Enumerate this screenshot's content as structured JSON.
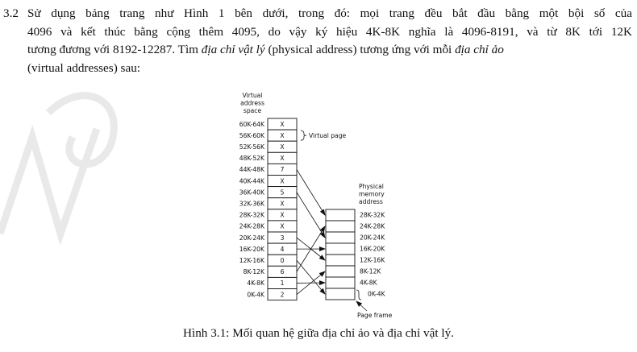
{
  "exercise": {
    "number": "3.2",
    "line1": "Sử dụng bảng trang như Hình 1 bên dưới, trong đó: mọi trang đều bắt đầu bằng một bội số của",
    "line2": "4096 và kết thúc bằng cộng thêm 4095, do vậy ký hiệu 4K-8K nghĩa là 4096-8191, và từ 8K tới 12K",
    "line3_pre": "tương đương với 8192-12287. Tìm ",
    "line3_em1": "địa chỉ vật lý",
    "line3_mid": " (physical address) tương ứng với mỗi ",
    "line3_em2": "địa chỉ ảo",
    "line4": "(virtual addresses) sau:"
  },
  "figure": {
    "virtual_title": [
      "Virtual",
      "address",
      "space"
    ],
    "virtual_page_label": "Virtual page",
    "physical_title": [
      "Physical",
      "memory",
      "address"
    ],
    "page_frame_label": "Page frame",
    "physical_extra_label": "0K-4K",
    "virtual_rows": [
      {
        "range": "60K-64K",
        "entry": "X"
      },
      {
        "range": "56K-60K",
        "entry": "X"
      },
      {
        "range": "52K-56K",
        "entry": "X"
      },
      {
        "range": "48K-52K",
        "entry": "X"
      },
      {
        "range": "44K-48K",
        "entry": "7"
      },
      {
        "range": "40K-44K",
        "entry": "X"
      },
      {
        "range": "36K-40K",
        "entry": "5"
      },
      {
        "range": "32K-36K",
        "entry": "X"
      },
      {
        "range": "28K-32K",
        "entry": "X"
      },
      {
        "range": "24K-28K",
        "entry": "X"
      },
      {
        "range": "20K-24K",
        "entry": "3"
      },
      {
        "range": "16K-20K",
        "entry": "4"
      },
      {
        "range": "12K-16K",
        "entry": "0"
      },
      {
        "range": "8K-12K",
        "entry": "6"
      },
      {
        "range": "4K-8K",
        "entry": "1"
      },
      {
        "range": "0K-4K",
        "entry": "2"
      }
    ],
    "physical_rows": [
      "28K-32K",
      "24K-28K",
      "20K-24K",
      "16K-20K",
      "12K-16K",
      "8K-12K",
      "4K-8K"
    ]
  },
  "caption": "Hình 3.1: Mối quan hệ giữa địa chỉ ảo và địa chỉ vật lý."
}
